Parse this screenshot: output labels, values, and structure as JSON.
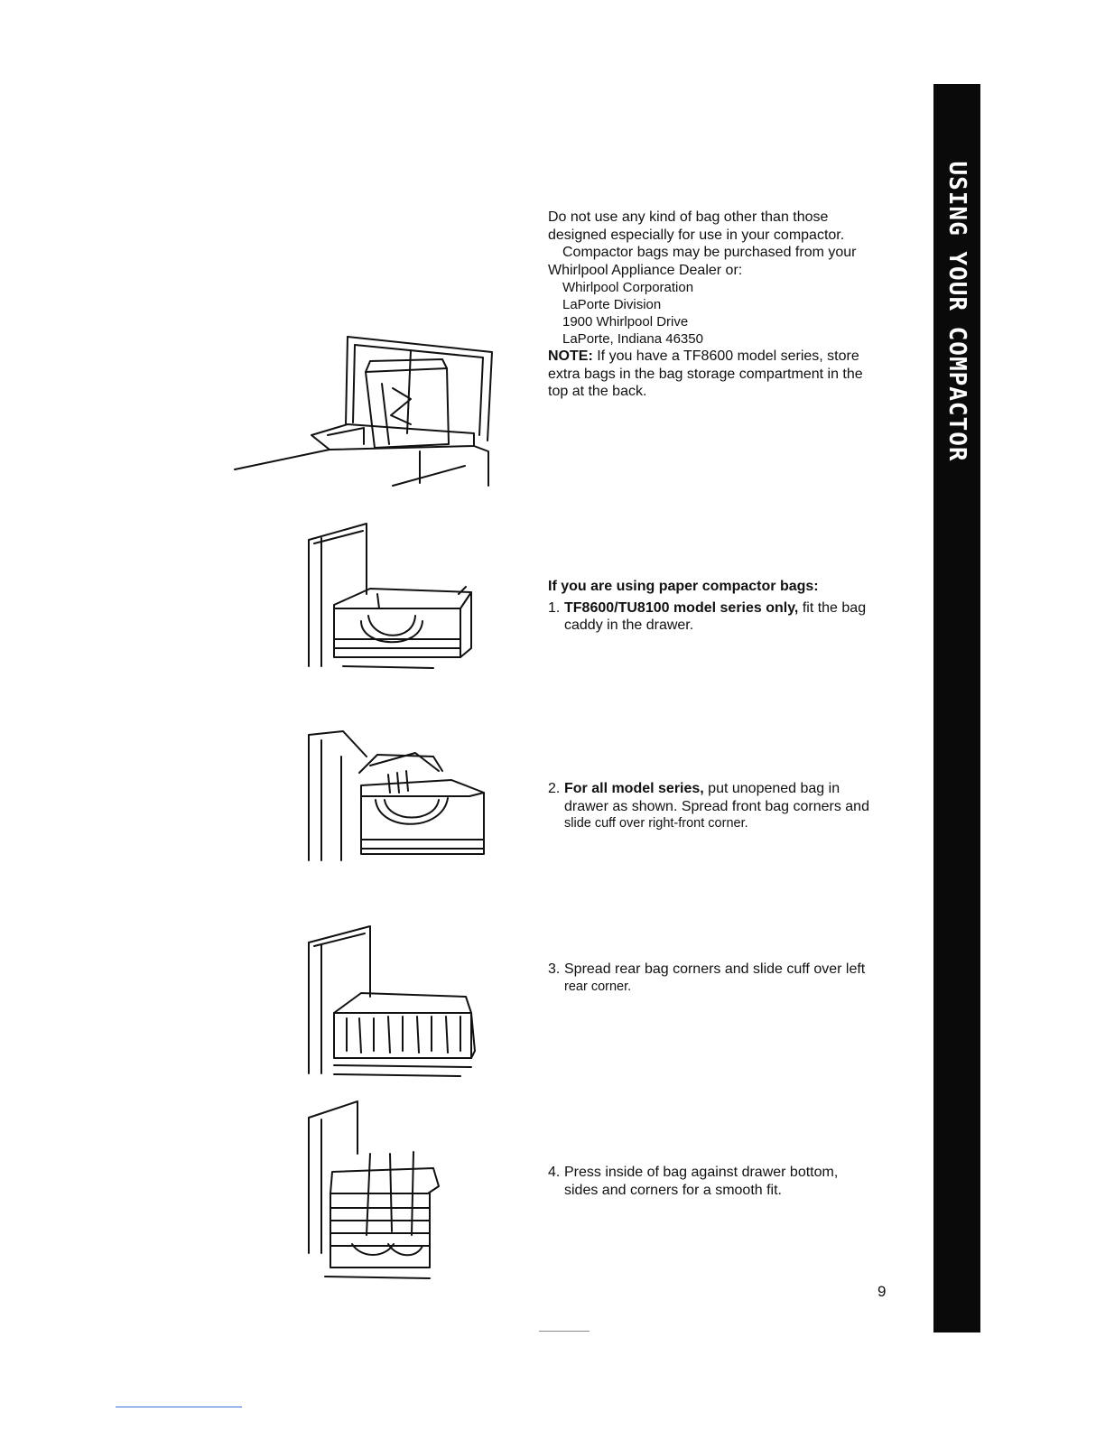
{
  "intro": {
    "line1": "Do not use any kind of bag other than those",
    "line2": "designed especially for use in your compactor.",
    "line3": "Compactor bags may be purchased from your",
    "line4": "Whirlpool Appliance Dealer or:",
    "address": [
      "Whirlpool Corporation",
      "LaPorte Division",
      "1900 Whirlpool Drive",
      "LaPorte, Indiana  46350"
    ],
    "note_label": "NOTE:",
    "note_line1": " If you have a TF8600 model series, store",
    "note_line2": "extra bags in the bag storage compartment in the",
    "note_line3": "top at the back."
  },
  "paper_heading": "If you are using paper compactor bags:",
  "steps": [
    {
      "num": "1.",
      "bold": "TF8600/TU8100 model series only,",
      "line1": " fit the bag",
      "line2": "caddy in the drawer."
    },
    {
      "num": "2.",
      "bold": "For all model series,",
      "line1": " put unopened bag in",
      "line2": "drawer as shown.  Spread front bag corners and",
      "line3": "slide cuff over right-front corner."
    },
    {
      "num": "3.",
      "line1": "Spread rear bag corners and slide cuff over left",
      "line2": "rear corner."
    },
    {
      "num": "4.",
      "line1": "Press inside of bag against drawer bottom,",
      "line2": "sides and corners for a smooth fit."
    }
  ],
  "sidebar_label": "USING YOUR COMPACTOR",
  "page_number": "9"
}
